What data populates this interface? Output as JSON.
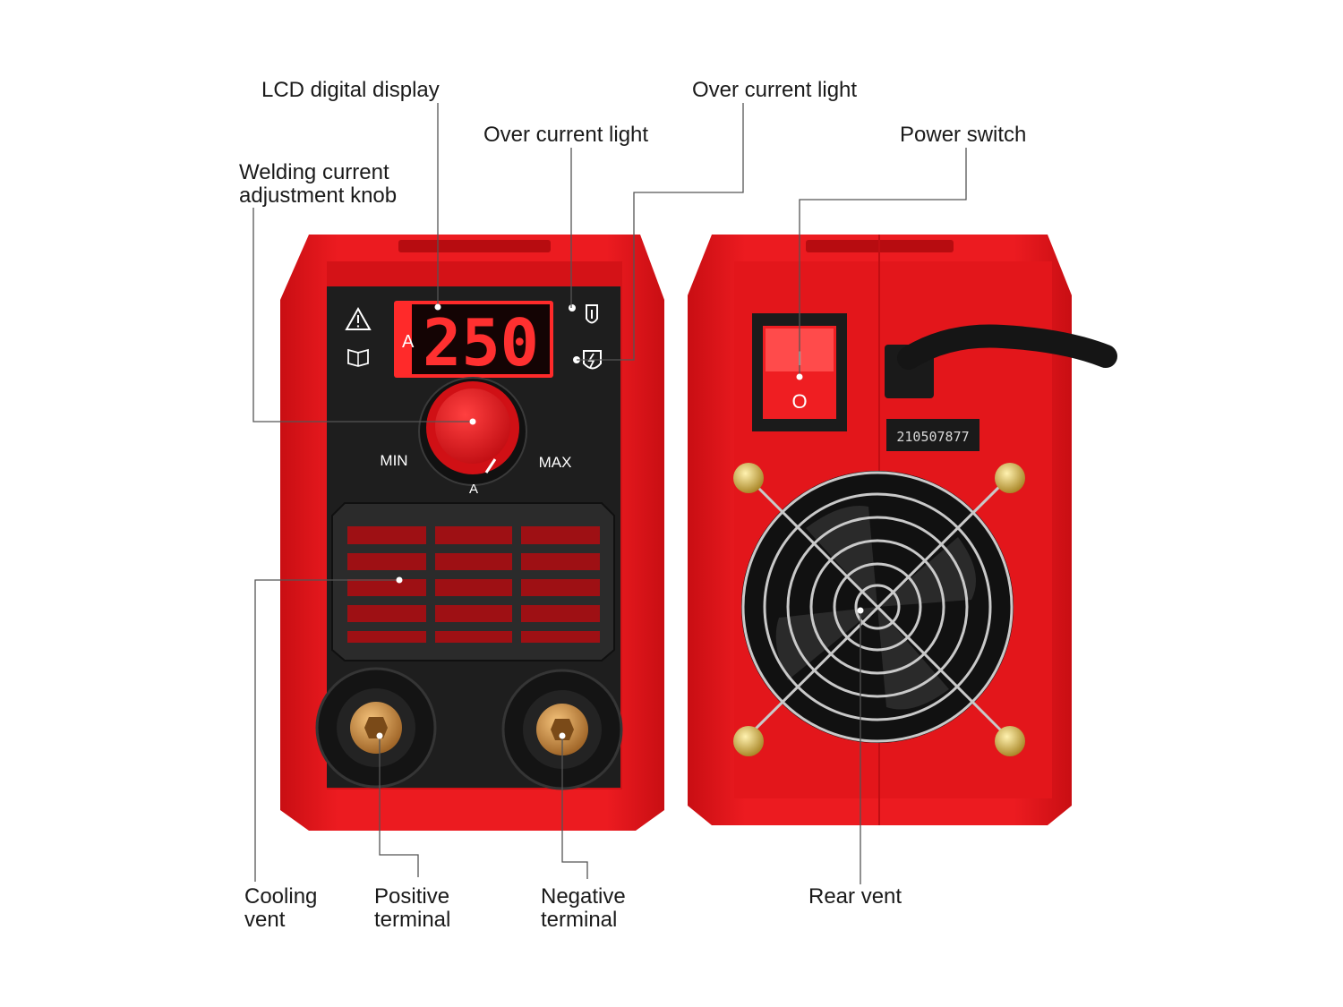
{
  "labels": {
    "lcd_display": "LCD digital display",
    "over_current_light_1": "Over current light",
    "over_current_light_2": "Over current light",
    "power_switch": "Power switch",
    "knob_line1": "Welding current",
    "knob_line2": "adjustment knob",
    "cooling_line1": "Cooling",
    "cooling_line2": "vent",
    "positive_line1": "Positive",
    "positive_line2": "terminal",
    "negative_line1": "Negative",
    "negative_line2": "terminal",
    "rear_vent": "Rear vent"
  },
  "front_panel": {
    "display_unit": "A",
    "display_value": "250",
    "knob_min": "MIN",
    "knob_max": "MAX",
    "knob_unit": "A"
  },
  "back_panel": {
    "serial_number": "210507877",
    "switch_on_symbol": "I",
    "switch_off_symbol": "O"
  },
  "colors": {
    "body_red": "#e8141a",
    "panel_black": "#1e1e1e",
    "display_red": "#ff2a2a",
    "brass": "#c98a3c"
  },
  "icons": [
    "warning-icon",
    "manual-icon",
    "thermometer-shield-icon",
    "lightning-shield-icon"
  ]
}
